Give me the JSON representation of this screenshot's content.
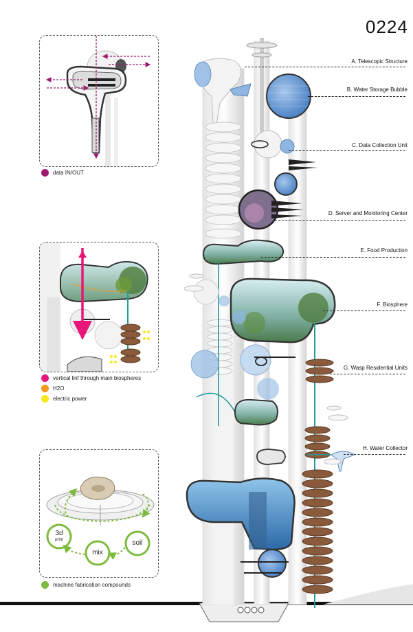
{
  "sheet_id": "0224",
  "colors": {
    "magenta": "#9c1a6e",
    "pink": "#e8157a",
    "orange": "#f39a1e",
    "yellow": "#f7e81b",
    "green": "#7dbb3c",
    "teal": "#1f9c9c",
    "bubble_blue": "#5b9bd5",
    "wasp_brown": "#8a5a3c"
  },
  "panels": {
    "data": {
      "legend": [
        {
          "label": "data IN/OUT",
          "color": "#9c1a6e",
          "icon": "data-dot-icon"
        }
      ]
    },
    "biosphere": {
      "legend": [
        {
          "label": "vertical linf through main biospheres",
          "color": "#e8157a",
          "icon": "vertical-link-dot-icon"
        },
        {
          "label": "H2O",
          "color": "#f39a1e",
          "icon": "water-dot-icon"
        },
        {
          "label": "electric power",
          "color": "#f7e81b",
          "icon": "power-dot-icon"
        }
      ]
    },
    "fabrication": {
      "cycle": [
        "3d",
        "print",
        "mix",
        "soil"
      ],
      "legend": [
        {
          "label": "machine fabrication compounds",
          "color": "#7dbb3c",
          "icon": "fabrication-dot-icon"
        }
      ]
    }
  },
  "tower_labels": [
    "A. Telescopic Structure",
    "B. Water Storage Bubble",
    "C. Data Collection Unit",
    "D. Server and Monitoring Center",
    "E. Food Production",
    "F. Biosphere",
    "G. Wasp Residential Units",
    "H. Water Collector"
  ]
}
